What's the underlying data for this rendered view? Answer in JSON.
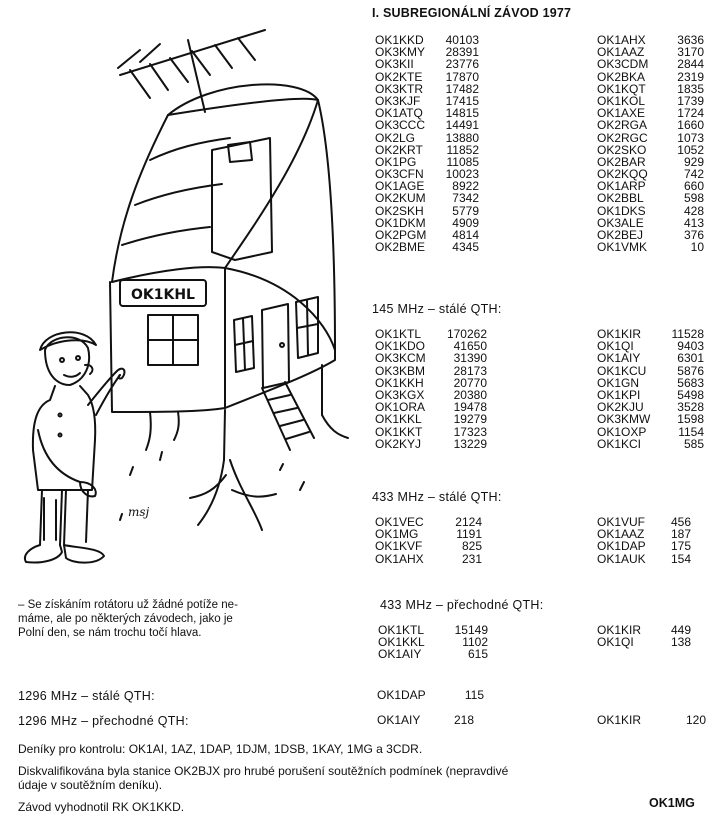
{
  "title": "I. SUBREGIONÁLNÍ ZÁVOD 1977",
  "cartoon": {
    "sign": "OK1KHL",
    "signature": "msj"
  },
  "main_results": {
    "left": [
      [
        "OK1KKD",
        "40103"
      ],
      [
        "OK3KMY",
        "28391"
      ],
      [
        "OK3KII",
        "23776"
      ],
      [
        "OK2KTE",
        "17870"
      ],
      [
        "OK3KTR",
        "17482"
      ],
      [
        "OK3KJF",
        "17415"
      ],
      [
        "OK1ATQ",
        "14815"
      ],
      [
        "OK3CCC",
        "14491"
      ],
      [
        "OK2LG",
        "13880"
      ],
      [
        "OK2KRT",
        "11852"
      ],
      [
        "OK1PG",
        "11085"
      ],
      [
        "OK3CFN",
        "10023"
      ],
      [
        "OK1AGE",
        "8922"
      ],
      [
        "OK2KUM",
        "7342"
      ],
      [
        "OK2SKH",
        "5779"
      ],
      [
        "OK1DKM",
        "4909"
      ],
      [
        "OK2PGM",
        "4814"
      ],
      [
        "OK2BME",
        "4345"
      ]
    ],
    "right": [
      [
        "OK1AHX",
        "3636"
      ],
      [
        "OK1AAZ",
        "3170"
      ],
      [
        "OK3CDM",
        "2844"
      ],
      [
        "OK2BKA",
        "2319"
      ],
      [
        "OK1KQT",
        "1835"
      ],
      [
        "OK1KOL",
        "1739"
      ],
      [
        "OK1AXE",
        "1724"
      ],
      [
        "OK2RGA",
        "1660"
      ],
      [
        "OK2RGC",
        "1073"
      ],
      [
        "OK2SKO",
        "1052"
      ],
      [
        "OK2BAR",
        "929"
      ],
      [
        "OK2KQQ",
        "742"
      ],
      [
        "OK1ARP",
        "660"
      ],
      [
        "OK2BBL",
        "598"
      ],
      [
        "OK1DKS",
        "428"
      ],
      [
        "OK3ALE",
        "413"
      ],
      [
        "OK2BEJ",
        "376"
      ],
      [
        "OK1VMK",
        "10"
      ]
    ]
  },
  "s145": {
    "heading": "145 MHz – stálé QTH:",
    "left": [
      [
        "OK1KTL",
        "170262"
      ],
      [
        "OK1KDO",
        "41650"
      ],
      [
        "OK3KCM",
        "31390"
      ],
      [
        "OK3KBM",
        "28173"
      ],
      [
        "OK1KKH",
        "20770"
      ],
      [
        "OK3KGX",
        "20380"
      ],
      [
        "OK1ORA",
        "19478"
      ],
      [
        "OK1KKL",
        "19279"
      ],
      [
        "OK1KKT",
        "17323"
      ],
      [
        "OK2KYJ",
        "13229"
      ]
    ],
    "right": [
      [
        "OK1KIR",
        "11528"
      ],
      [
        "OK1QI",
        "9403"
      ],
      [
        "OK1AIY",
        "6301"
      ],
      [
        "OK1KCU",
        "5876"
      ],
      [
        "OK1GN",
        "5683"
      ],
      [
        "OK1KPI",
        "5498"
      ],
      [
        "OK2KJU",
        "3528"
      ],
      [
        "OK3KMW",
        "1598"
      ],
      [
        "OK1OXP",
        "1154"
      ],
      [
        "OK1KCI",
        "585"
      ]
    ]
  },
  "s433": {
    "heading": "433 MHz – stálé QTH:",
    "left": [
      [
        "OK1VEC",
        "2124"
      ],
      [
        "OK1MG",
        "1191"
      ],
      [
        "OK1KVF",
        "825"
      ],
      [
        "OK1AHX",
        "231"
      ]
    ],
    "right": [
      [
        "OK1VUF",
        "456"
      ],
      [
        "OK1AAZ",
        "187"
      ],
      [
        "OK1DAP",
        "175"
      ],
      [
        "OK1AUK",
        "154"
      ]
    ]
  },
  "s433p": {
    "heading": "433 MHz – přechodné QTH:",
    "left": [
      [
        "OK1KTL",
        "15149"
      ],
      [
        "OK1KKL",
        "1102"
      ],
      [
        "OK1AIY",
        "615"
      ]
    ],
    "right": [
      [
        "OK1KIR",
        "449"
      ],
      [
        "OK1QI",
        "138"
      ]
    ]
  },
  "caption": [
    "– Se získáním rotátoru už žádné potíže ne-",
    "máme, ale po některých závodech, jako je",
    "Polní den, se nám trochu točí hlava."
  ],
  "s1296": {
    "heading": "1296 MHz – stálé QTH:",
    "call": "OK1DAP",
    "value": "115"
  },
  "s1296p": {
    "heading": "1296 MHz – přechodné QTH:",
    "call1": "OK1AIY",
    "value1": "218",
    "call2": "OK1KIR",
    "value2": "120"
  },
  "notes": [
    "Deníky pro kontrolu: OK1AI, 1AZ, 1DAP, 1DJM, 1DSB, 1KAY, 1MG a 3CDR.",
    "Diskvalifikována byla stanice OK2BJX pro hrubé porušení soutěžních podmínek (nepravdivé",
    "údaje v soutěžním deníku)."
  ],
  "evaluated": "Závod vyhodnotil RK OK1KKD.",
  "signoff": "OK1MG"
}
